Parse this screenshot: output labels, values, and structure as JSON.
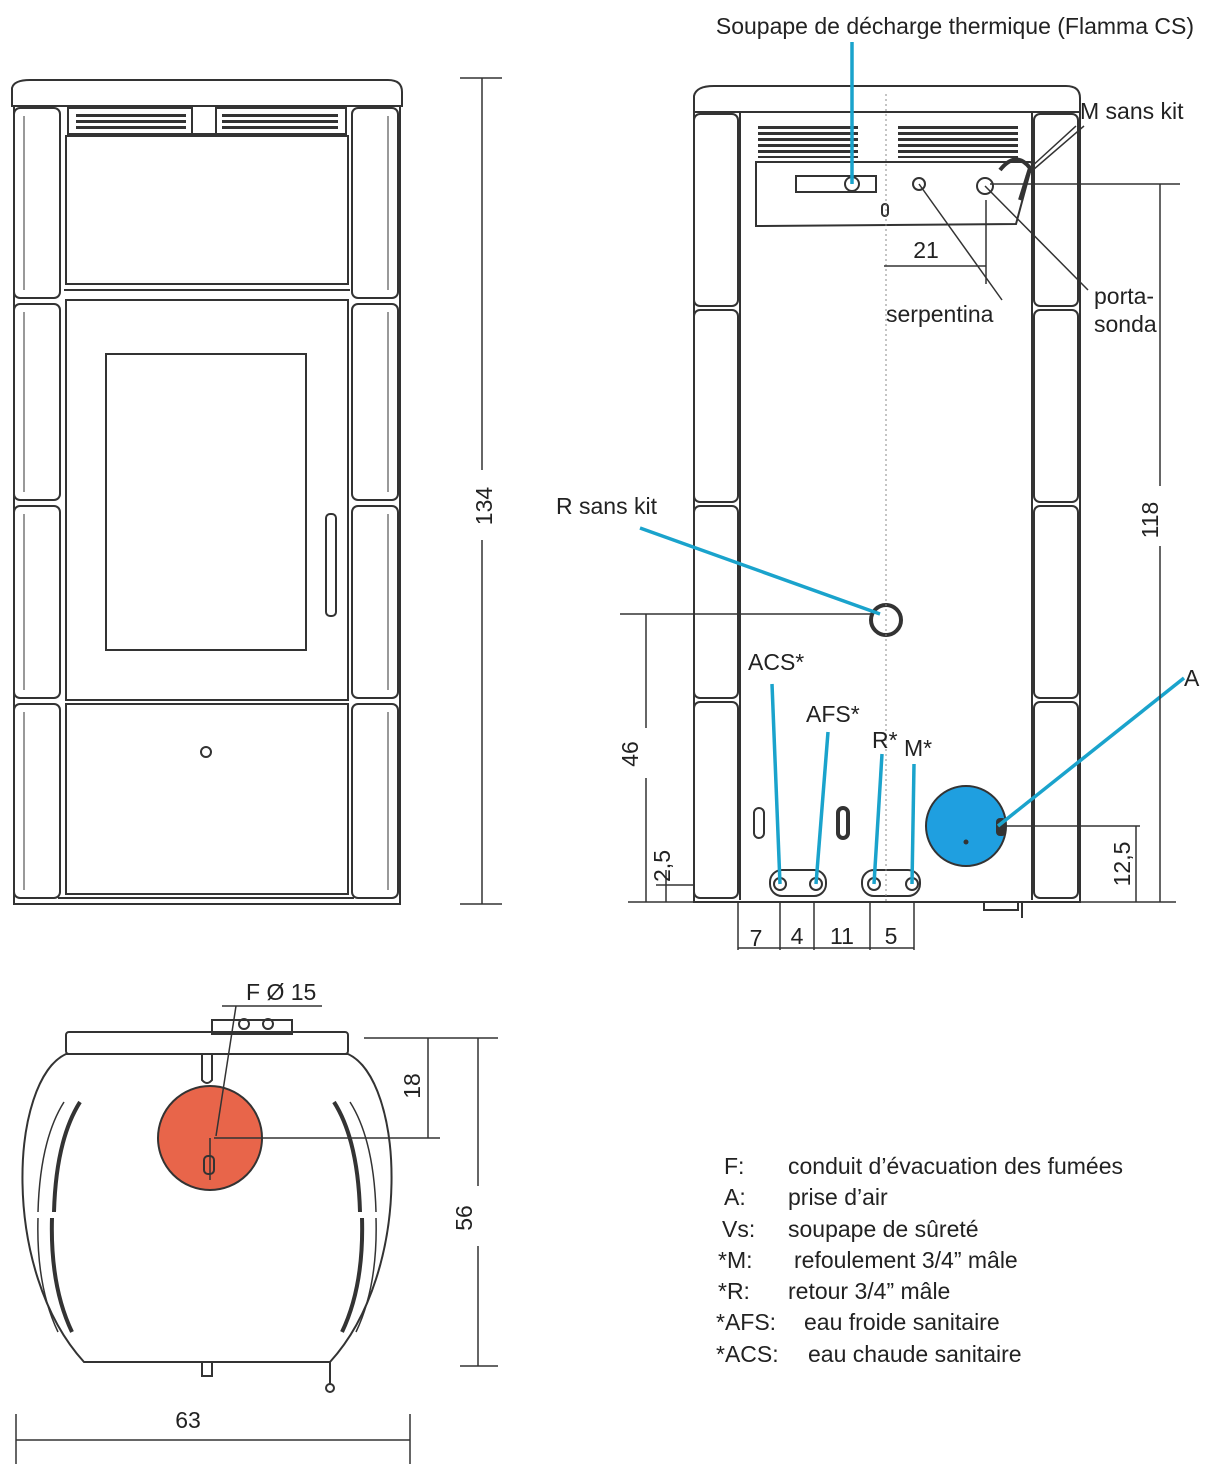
{
  "labels": {
    "soupape": "Soupape de décharge thermique (Flamma CS)",
    "m_sans_kit": "M sans kit",
    "porta": "porta-",
    "sonda": "sonda",
    "serpentina": "serpentina",
    "r_sans_kit": "R sans kit",
    "acs": "ACS*",
    "afs": "AFS*",
    "r_star": "R*",
    "m_star": "M*",
    "a": "A",
    "f_dia": "F Ø 15"
  },
  "dimensions": {
    "front_height": "134",
    "top_offset": "21",
    "rear_height": "118",
    "r_height": "46",
    "base": "2,5",
    "air_height": "12,5",
    "d7": "7",
    "d4": "4",
    "d11": "11",
    "d5": "5",
    "flue_offset": "18",
    "depth": "56",
    "width": "63"
  },
  "legend": [
    {
      "key": "F:",
      "text": "conduit d’évacuation des fumées"
    },
    {
      "key": "A:",
      "text": "prise d’air"
    },
    {
      "key": "Vs:",
      "text": "soupape de sûreté"
    },
    {
      "key": "*M:",
      "text": "refoulement 3/4” mâle"
    },
    {
      "key": "*R:",
      "text": "retour 3/4” mâle"
    },
    {
      "key": "*AFS:",
      "text": "eau froide sanitaire"
    },
    {
      "key": "*ACS:",
      "text": "eau chaude sanitaire"
    }
  ],
  "colors": {
    "callout": "#1aa3cc",
    "air_intake": "#1f9fe0",
    "flue": "#e8654a",
    "line": "#333333"
  }
}
